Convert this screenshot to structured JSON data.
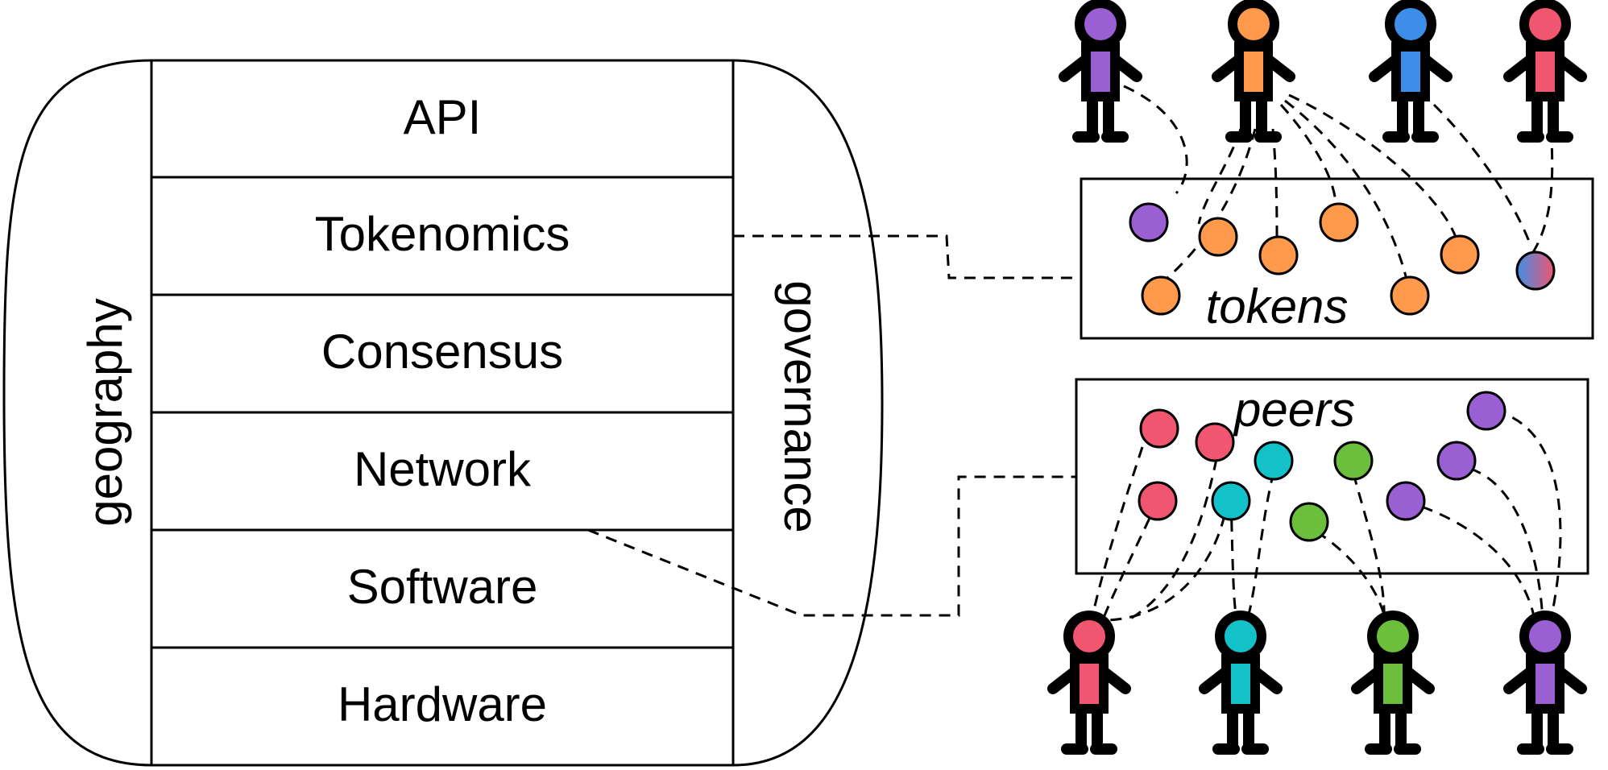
{
  "stack": {
    "layers": [
      "API",
      "Tokenomics",
      "Consensus",
      "Network",
      "Software",
      "Hardware"
    ],
    "left_label": "geography",
    "right_label": "governance"
  },
  "tokens_box": {
    "label": "tokens"
  },
  "peers_box": {
    "label": "peers"
  },
  "colors": {
    "purple": "#9b5fd4",
    "orange": "#ff9a4d",
    "blue": "#3d8ee8",
    "red": "#f0566f",
    "teal": "#12c2c8",
    "green": "#6cbf3a"
  },
  "token_owners": [
    "purple",
    "orange",
    "blue",
    "red"
  ],
  "peer_owners": [
    "red",
    "teal",
    "green",
    "purple"
  ],
  "icons": [
    "person-icon"
  ]
}
